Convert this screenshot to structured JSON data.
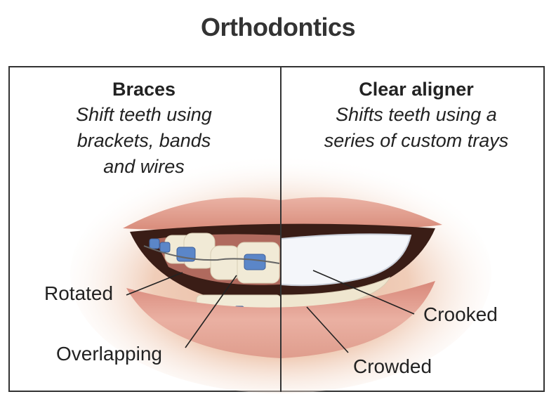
{
  "title": "Orthodontics",
  "panels": [
    {
      "heading": "Braces",
      "description_lines": [
        "Shift teeth using",
        "brackets, bands",
        "and wires"
      ],
      "labels": [
        "Rotated",
        "Overlapping"
      ]
    },
    {
      "heading": "Clear aligner",
      "description_lines": [
        "Shifts teeth using a",
        "series of custom trays"
      ],
      "labels": [
        "Crooked",
        "Crowded"
      ]
    }
  ],
  "colors": {
    "frame": "#333333",
    "lip": "#e3a394",
    "tooth": "#f1ead6",
    "bracket": "#5b86c8",
    "aligner": "#f4f6fa"
  }
}
